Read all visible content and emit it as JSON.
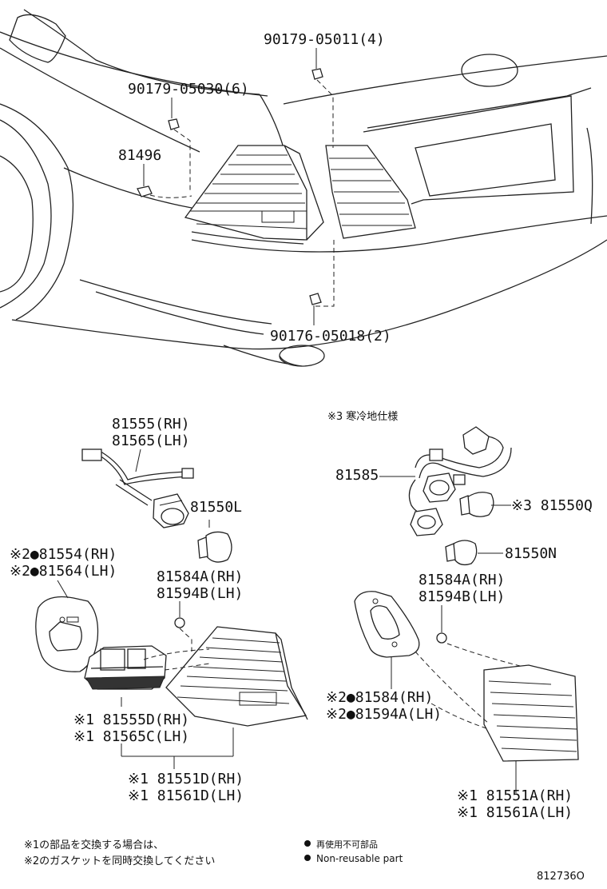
{
  "parts": {
    "p90179_05011": "90179-05011(4)",
    "p90179_05030": "90179-05030(6)",
    "p81496": "81496",
    "p90176_05018": "90176-05018(2)",
    "p81555_rh": "81555(RH)",
    "p81565_lh": "81565(LH)",
    "p81550l": "81550L",
    "p81554": "※2●81554(RH)",
    "p81564": "※2●81564(LH)",
    "p81584a_l": "81584A(RH)",
    "p81594b_l": "81594B(LH)",
    "p81555d": "※1 81555D(RH)",
    "p81565c": "※1 81565C(LH)",
    "p81551d": "※1 81551D(RH)",
    "p81561d": "※1 81561D(LH)",
    "cold_spec": "※3 寒冷地仕様",
    "p81585": "81585",
    "p81550q": "※3 81550Q",
    "p81550n": "81550N",
    "p81584a_r": "81584A(RH)",
    "p81594b_r": "81594B(LH)",
    "p81584": "※2●81584(RH)",
    "p81594a": "※2●81594A(LH)",
    "p81551a": "※1 81551A(RH)",
    "p81561a": "※1 81561A(LH)"
  },
  "notes": {
    "note1": "※1の部品を交換する場合は、",
    "note2": "※2のガスケットを同時交換してください",
    "legend_jp": "再使用不可部品",
    "legend_en": "Non-reusable part"
  },
  "figure_id": "812736O"
}
